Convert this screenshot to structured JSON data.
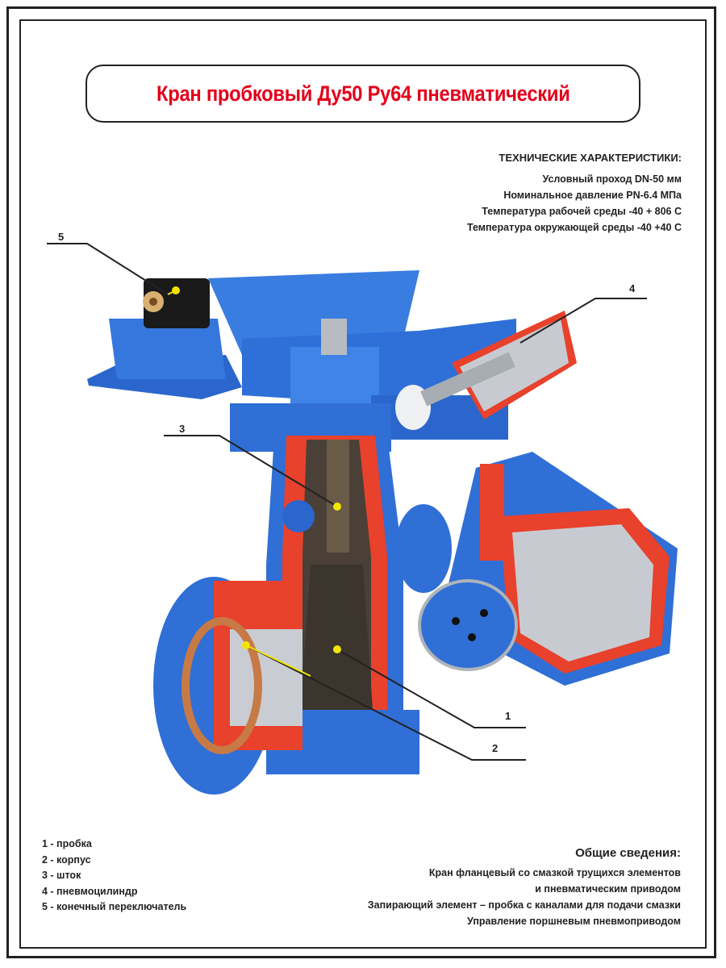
{
  "title": "Кран пробковый Ду50 Ру64 пневматический",
  "specs": {
    "heading": "ТЕХНИЧЕСКИЕ ХАРАКТЕРИСТИКИ:",
    "lines": [
      "Условный проход DN-50 мм",
      "Номинальное давление PN-6.4 МПа",
      "Температура рабочей среды -40 + 806 С",
      "Температура окружающей среды -40 +40 С"
    ]
  },
  "callouts": [
    "1",
    "2",
    "3",
    "4",
    "5"
  ],
  "legend": [
    "1 - пробка",
    "2 - корпус",
    "3 - шток",
    "4 - пневмоцилиндр",
    "5 - конечный переключатель"
  ],
  "general": {
    "heading": "Общие сведения:",
    "lines": [
      "Кран фланцевый со смазкой трущихся элементов",
      "и пневматическим приводом",
      "Запирающий элемент – пробка с каналами для подачи смазки",
      "Управление поршневым пневмоприводом"
    ]
  },
  "colors": {
    "title": "#e3001b",
    "body_blue": "#2f6fd6",
    "cut_red": "#e8412c",
    "pointer": "#f2e600"
  }
}
